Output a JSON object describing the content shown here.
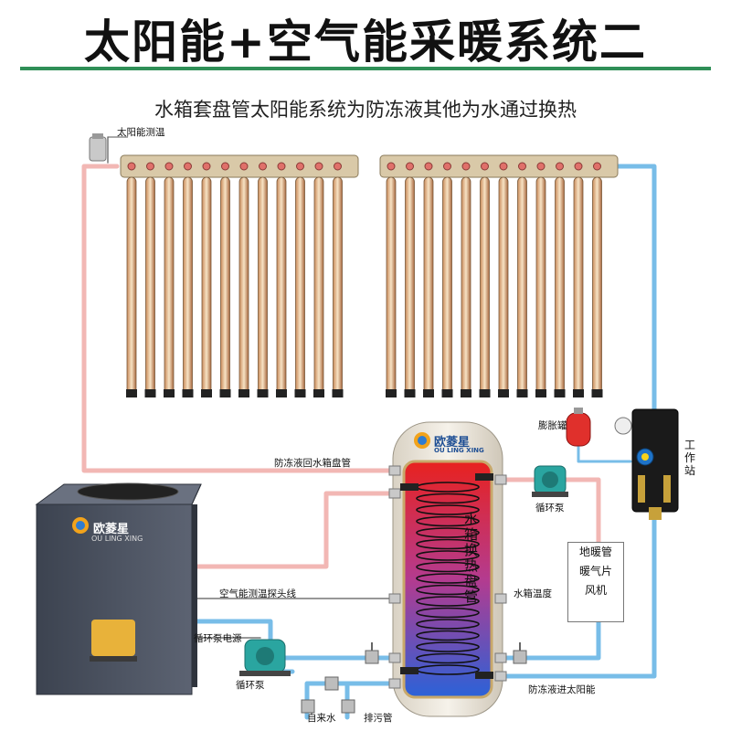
{
  "title": "太阳能+空气能采暖系统二",
  "subtitle": "水箱套盘管太阳能系统为防冻液其他为水通过换热",
  "labels": {
    "solar_temp_probe": "太阳能测温",
    "antifreeze_return": "防冻液回水箱盘管",
    "expansion_tank": "膨胀罐",
    "workstation": "工作站",
    "circulation_pump_right": "循环泵",
    "circulation_pump_left": "循环泵",
    "pump_power": "循环泵电源",
    "air_temp_probe_line": "空气能测温探头线",
    "tank_temperature": "水箱温度",
    "tank_coil": "水箱换热盘管",
    "antifreeze_to_solar": "防冻液进太阳能",
    "tap_water": "自来水",
    "drain": "排污管",
    "terminal_lines": [
      "地暖管",
      "暖气片",
      "风机"
    ]
  },
  "brand": {
    "name_cn": "欧菱星",
    "name_en": "OU LING XING"
  },
  "colors": {
    "title_rule": "#2f8f57",
    "hot_pipe": "#f2b7b4",
    "cold_pipe": "#78bde8",
    "tank_hot": "#e8221f",
    "tank_cold": "#2b62d8",
    "heat_pump_body": "#4b5260"
  },
  "icons": [
    "expansion-tank-icon",
    "pressure-gauge-icon",
    "circulation-pump-icon",
    "valve-icon",
    "heat-pump-fan-icon"
  ]
}
